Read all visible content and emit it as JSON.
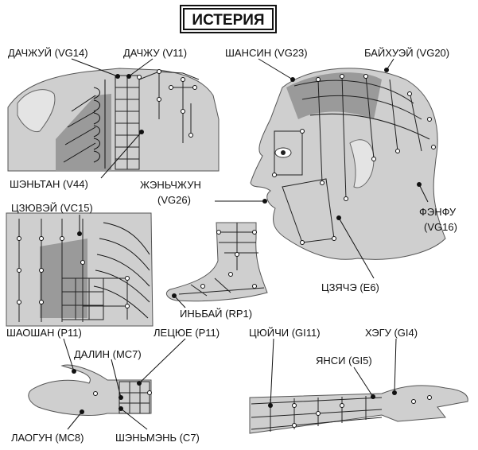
{
  "title": "ИСТЕРИЯ",
  "labels": {
    "dazhui": "ДАЧЖУЙ  (VG14)",
    "dazhu": "ДАЧЖУ (V11)",
    "shangxing": "ШАНСИН (VG23)",
    "baihui": "БАЙХУЭЙ (VG20)",
    "shentang": "ШЭНЬТАН (V44)",
    "renzhong_1": "ЖЭНЬЧЖУН",
    "renzhong_2": "(VG26)",
    "jiuwei": "ЦЗЮВЭЙ (VC15)",
    "fengfu_1": "ФЭНФУ",
    "fengfu_2": "(VG16)",
    "jiache": "ЦЗЯЧЭ (Е6)",
    "yinbai": "ИНЬБАЙ (RP1)",
    "shaoshang": "ШАОШАН (P11)",
    "lieque": "ЛЕЦЮЕ (P11)",
    "daling": "ДАЛИН (МС7)",
    "laogong": "ЛАОГУН (МС8)",
    "shenmen": "ШЭНЬМЭНЬ (С7)",
    "quchi": "ЦЮЙЧИ (GI11)",
    "hegu": "ХЭГУ (GI4)",
    "yangxi": "ЯНСИ (GI5)"
  }
}
